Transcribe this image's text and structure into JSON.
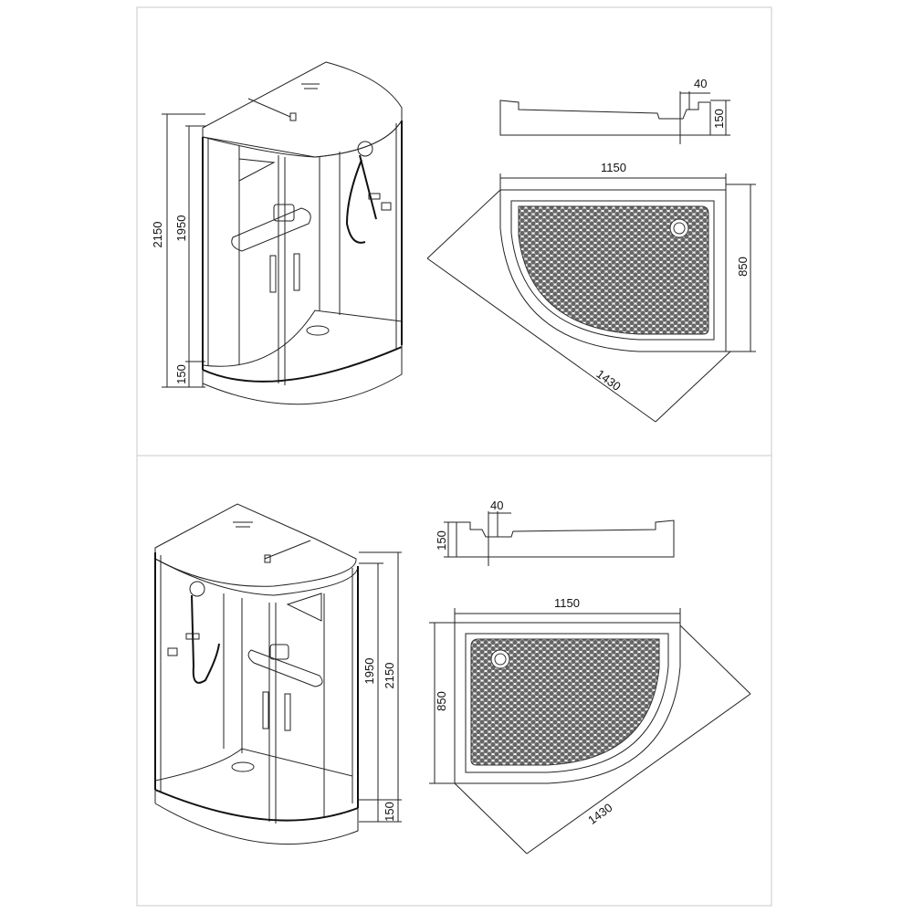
{
  "top": {
    "cabin": {
      "height_total": "2150",
      "height_glass": "1950",
      "height_tray": "150"
    },
    "tray_section": {
      "lip": "40",
      "height": "150"
    },
    "tray_plan": {
      "width": "1150",
      "depth": "850",
      "diagonal": "1430"
    }
  },
  "bottom": {
    "cabin": {
      "height_total": "2150",
      "height_glass": "1950",
      "height_tray": "150"
    },
    "tray_section": {
      "lip": "40",
      "height": "150"
    },
    "tray_plan": {
      "width": "1150",
      "depth": "850",
      "diagonal": "1430"
    }
  },
  "colors": {
    "line": "#222222",
    "pattern": "#555555",
    "border": "#cccccc"
  }
}
